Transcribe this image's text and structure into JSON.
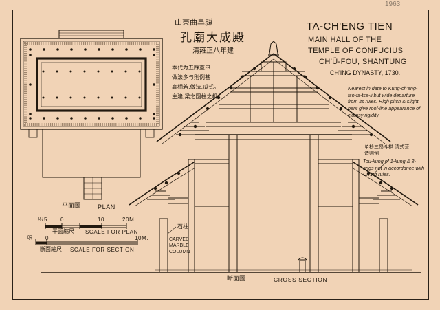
{
  "archive_mark": "1963",
  "title_cn_province": "山東曲阜縣",
  "title_cn_main": "孔廟大成殿",
  "title_cn_date": "清雍正八年建",
  "title_en_line1": "TA-CH'ENG TIEN",
  "title_en_line2": "MAIN HALL OF THE",
  "title_en_line3": "TEMPLE OF CONFUCIUS",
  "title_en_line4": "CH'Ü-FOU, SHANTUNG",
  "title_en_dynasty": "CH'ING DYNASTY, 1730.",
  "note_cn": [
    "本代为五踩重昂",
    "做法多与則例甚",
    "高相若,做法,瓜式。",
    "主建,梁之圆柱之机。"
  ],
  "note_en": "Nearest in date to Kung-ch'eng-tso-fa-tse-li but wide departure from its rules. High pitch & slight bent give roof-line appearance of clumsy rigidity.",
  "note2_cn": "单杪三昂斗栱 清式营造则例",
  "note2_en": "Tou-kung of 1-kung & 3-angs not in accordance with Ch'ing rules.",
  "column_cn": "石柱",
  "column_en": [
    "CARVED",
    "MARBLE",
    "COLUMN"
  ],
  "plan_cn": "平面圖",
  "plan_en": "PLAN",
  "scale_plan_ticks": [
    "5",
    "0",
    "10",
    "20M."
  ],
  "scale_plan_unit_cn": "呎",
  "scale_plan_cn": "平面縮尺",
  "scale_plan_en": "SCALE FOR PLAN",
  "scale_section_ticks": [
    "0",
    "10M."
  ],
  "scale_section_unit_cn": "呎",
  "scale_section_cn": "斷面縮尺",
  "scale_section_en": "SCALE FOR SECTION",
  "section_cn": "斷面圖",
  "section_en": "CROSS SECTION",
  "colors": {
    "paper": "#f1d3b6",
    "ink": "#22190f"
  }
}
